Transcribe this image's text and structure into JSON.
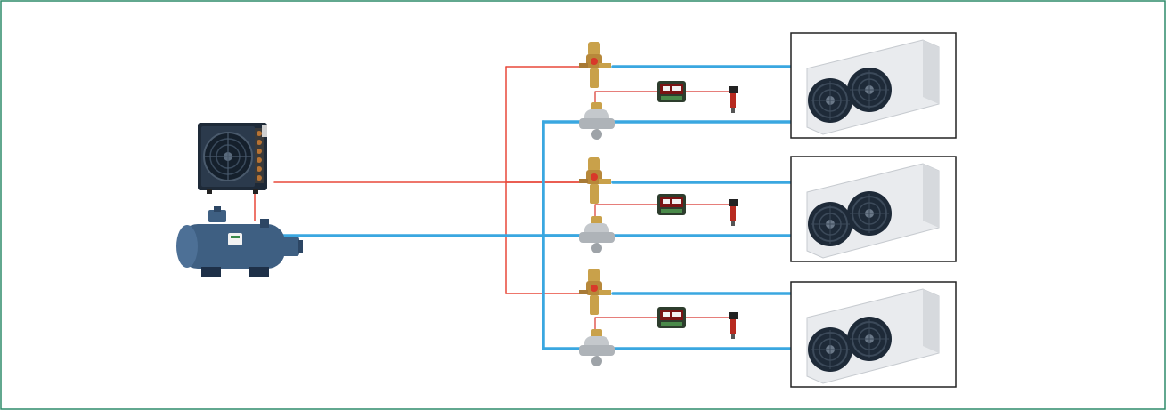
{
  "colors": {
    "frame": "#2e8b6a",
    "liquid_line": "#e8483a",
    "suction_line": "#3aa7e0",
    "signal_line": "#d8322a",
    "evaporator_body": "#e9ebee",
    "fan_dark": "#1e2a38",
    "compressor_body": "#3e5f82",
    "condenser_coil": "#b87333",
    "controller_screen": "#7a1414",
    "brass": "#c9a14a",
    "silver": "#c4c8cc"
  },
  "components": {
    "condenser": {
      "icon": "condenser-icon"
    },
    "compressor": {
      "icon": "compressor-icon"
    },
    "evaporator_units": [
      {
        "icon": "evaporator-icon",
        "fans": 2
      },
      {
        "icon": "evaporator-icon",
        "fans": 2
      },
      {
        "icon": "evaporator-icon",
        "fans": 2
      }
    ],
    "branch_valves": [
      {
        "expansion_valve": "expansion-valve-icon",
        "evaporator_pressure_regulator": "pressure-regulator-valve-icon",
        "controller": "controller-icon",
        "sensor": "pressure-transmitter-icon"
      },
      {
        "expansion_valve": "expansion-valve-icon",
        "evaporator_pressure_regulator": "pressure-regulator-valve-icon",
        "controller": "controller-icon",
        "sensor": "pressure-transmitter-icon"
      },
      {
        "expansion_valve": "expansion-valve-icon",
        "evaporator_pressure_regulator": "pressure-regulator-valve-icon",
        "controller": "controller-icon",
        "sensor": "pressure-transmitter-icon"
      }
    ]
  }
}
